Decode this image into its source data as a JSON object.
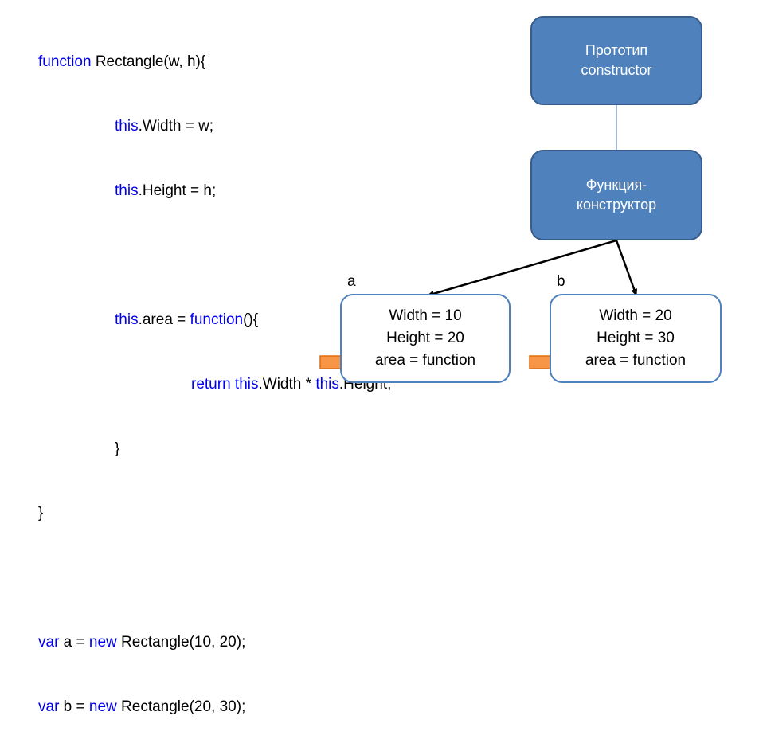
{
  "code": {
    "line1": {
      "kw": "function",
      "text": " Rectangle(w, h){"
    },
    "line2": {
      "kw": "this",
      "text": ".Width = w;"
    },
    "line3": {
      "kw": "this",
      "text": ".Height = h;"
    },
    "line5": {
      "kw1": "this",
      "text1": ".area = ",
      "kw2": "function",
      "text2": "(){"
    },
    "line6": {
      "kw1": "return",
      "sp": " ",
      "kw2": "this",
      "text1": ".Width * ",
      "kw3": "this",
      "text2": ".Height;"
    },
    "line7": {
      "text": "}"
    },
    "line8": {
      "text": "}"
    },
    "line10": {
      "kw1": "var",
      "text1": " a = ",
      "kw2": "new",
      "text2": " Rectangle(10, 20);"
    },
    "line11": {
      "kw1": "var",
      "text1": " b = ",
      "kw2": "new",
      "text2": " Rectangle(20, 30);"
    }
  },
  "diagram": {
    "prototype": {
      "line1": "Прототип",
      "line2": "constructor"
    },
    "constructor": {
      "line1": "Функция-",
      "line2": "конструктор"
    },
    "object_a": {
      "label": "a",
      "line1": "Width = 10",
      "line2": "Height = 20",
      "line3": "area = function"
    },
    "object_b": {
      "label": "b",
      "line1": "Width = 20",
      "line2": "Height = 30",
      "line3": "area = function"
    }
  },
  "colors": {
    "keyword": "#0000ee",
    "node_fill": "#4f81bd",
    "node_border": "#385d8a",
    "arrow_fill": "#f79646",
    "arrow_border": "#e46c0a"
  }
}
